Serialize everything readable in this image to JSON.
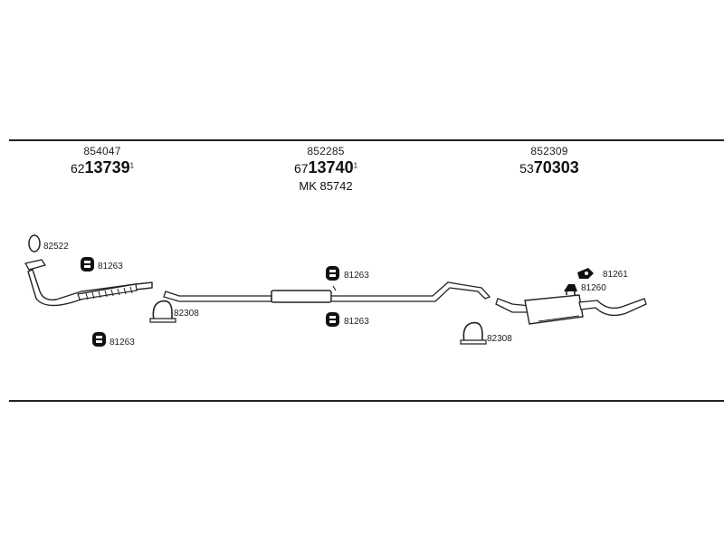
{
  "sections": [
    {
      "part_no": "854047",
      "code_prefix": "62",
      "code_bold": "13739",
      "code_sup": "1"
    },
    {
      "part_no": "852285",
      "code_prefix": "67",
      "code_bold": "13740",
      "code_sup": "1",
      "mk": "MK 85742"
    },
    {
      "part_no": "852309",
      "code_prefix": "53",
      "code_bold": "70303"
    }
  ],
  "labels": {
    "gasket": "82522",
    "rubber_1": "81263",
    "rubber_2": "81263",
    "clamp_1": "82308",
    "rubber_3": "81263",
    "rubber_4": "81263",
    "clamp_2": "82308",
    "mount_1": "81261",
    "mount_2": "81260"
  }
}
